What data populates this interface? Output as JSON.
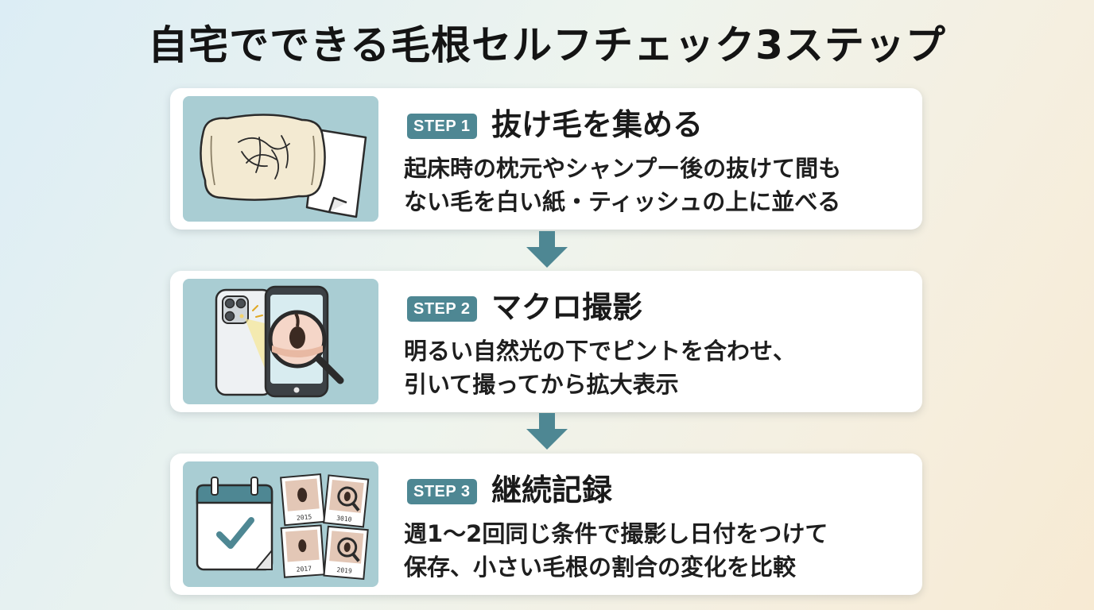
{
  "title": "自宅でできる毛根セルフチェック3ステップ",
  "steps": [
    {
      "badge": "STEP 1",
      "title": "抜け毛を集める",
      "lines": [
        "起床時の枕元やシャンプー後の抜けて間も",
        "ない毛を白い紙・ティッシュの上に並べる"
      ]
    },
    {
      "badge": "STEP 2",
      "title": "マクロ撮影",
      "lines": [
        "明るい自然光の下でピントを合わせ、",
        "引いて撮ってから拡大表示"
      ]
    },
    {
      "badge": "STEP 3",
      "title": "継続記録",
      "lines": [
        "週1〜2回同じ条件で撮影し日付をつけて",
        "保存、小さい毛根の割合の変化を比較"
      ]
    }
  ],
  "photo_labels": [
    "2015",
    "3010",
    "2017",
    "2019"
  ],
  "colors": {
    "accent": "#4e8793",
    "illustration_bg": "#a9cdd3",
    "title": "#141414"
  },
  "icons": [
    "pillow-icon",
    "paper-icon",
    "smartphone-icon",
    "magnifier-icon",
    "calendar-check-icon",
    "photo-stack-icon",
    "down-arrow-icon"
  ]
}
